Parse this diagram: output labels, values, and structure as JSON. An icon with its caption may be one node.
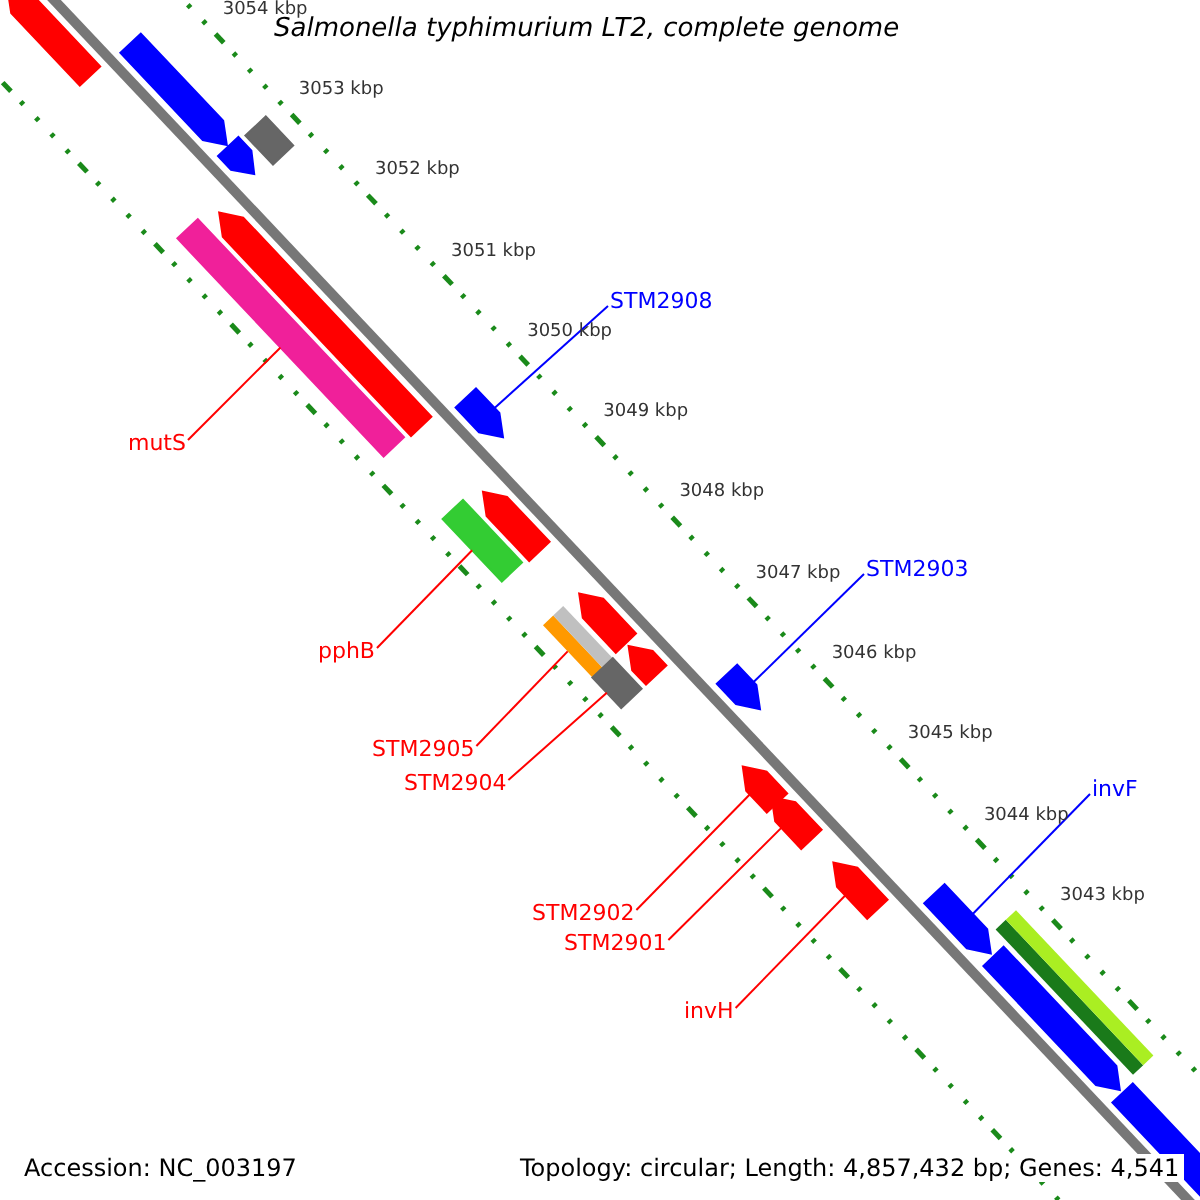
{
  "diagram": {
    "title": "Salmonella typhimurium LT2, complete genome",
    "nodes": [
      {
        "text": [
          "STM2908"
        ]
      },
      {
        "text": [
          "mutS"
        ]
      },
      {
        "text": [
          "STM2903"
        ]
      },
      {
        "text": [
          "pphB"
        ]
      },
      {
        "text": [
          "STM2905"
        ]
      },
      {
        "text": [
          "STM2904"
        ]
      },
      {
        "text": [
          "invF"
        ]
      },
      {
        "text": [
          "STM2902"
        ]
      },
      {
        "text": [
          "STM2901"
        ]
      },
      {
        "text": [
          "invH"
        ]
      },
      {
        "text": [],
        "shape": "arrow"
      },
      {
        "text": [],
        "shape": "arrow"
      },
      {
        "text": [],
        "shape": "arrow"
      },
      {
        "text": [],
        "shape": "bar"
      },
      {
        "text": [],
        "shape": "bar"
      },
      {
        "text": [],
        "shape": "arrow"
      },
      {
        "text": [],
        "shape": "arrow"
      },
      {
        "text": [],
        "shape": "bar"
      },
      {
        "text": [],
        "shape": "arrow"
      },
      {
        "text": [],
        "shape": "bar"
      },
      {
        "text": [],
        "shape": "arrow"
      },
      {
        "text": [],
        "shape": "bar"
      },
      {
        "text": [],
        "shape": "arrow"
      },
      {
        "text": [],
        "shape": "arrow"
      },
      {
        "text": [],
        "shape": "arrow"
      },
      {
        "text": [],
        "shape": "arrow"
      },
      {
        "text": [],
        "shape": "arrow"
      },
      {
        "text": [],
        "shape": "arrow"
      },
      {
        "text": [],
        "shape": "bar"
      },
      {
        "text": [],
        "shape": "arrow"
      },
      {
        "text": [],
        "shape": "arrow"
      }
    ],
    "edges": [
      {
        "from": 0,
        "to": 16,
        "arrow": "none",
        "color": "#0000ff"
      },
      {
        "from": 1,
        "to": 14,
        "arrow": "none"
      },
      {
        "from": 2,
        "to": 23,
        "arrow": "none",
        "color": "#0000ff"
      },
      {
        "from": 3,
        "to": 17,
        "arrow": "none"
      },
      {
        "from": 4,
        "to": 19,
        "arrow": "none"
      },
      {
        "from": 5,
        "to": 21,
        "arrow": "none"
      },
      {
        "from": 6,
        "to": 27,
        "arrow": "none",
        "color": "#0000ff"
      },
      {
        "from": 7,
        "to": 24,
        "arrow": "none"
      },
      {
        "from": 8,
        "to": 25,
        "arrow": "none"
      },
      {
        "from": 9,
        "to": 26,
        "arrow": "none"
      }
    ],
    "labels": [
      "3054 kbp",
      "3053 kbp",
      "3052 kbp",
      "3051 kbp",
      "3050 kbp",
      "3049 kbp",
      "3048 kbp",
      "3047 kbp",
      "3046 kbp",
      "3045 kbp",
      "3044 kbp",
      "3043 kbp",
      "Accession: NC_003197",
      "Topology: circular; Length: 4,857,432 bp; Genes: 4,541"
    ]
  }
}
